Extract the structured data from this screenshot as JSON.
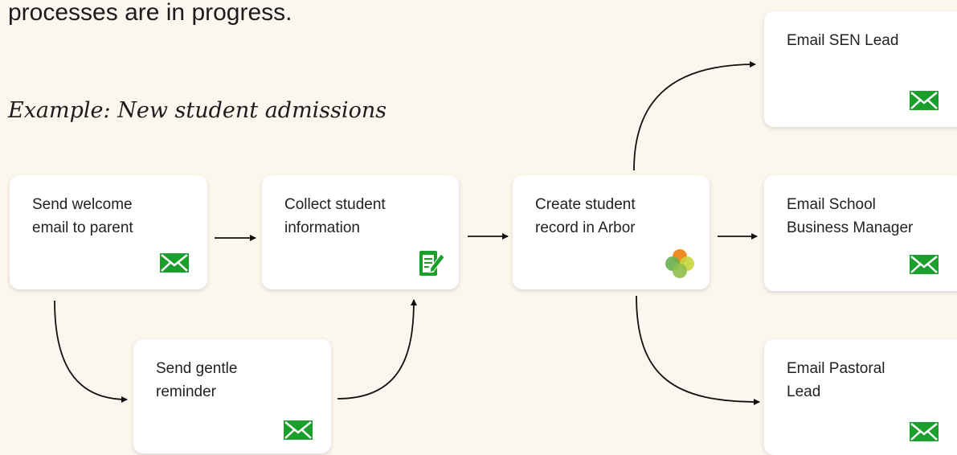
{
  "intro_text": "processes are in progress.",
  "subtitle": "Example: New student admissions",
  "steps": {
    "welcome": {
      "label": "Send welcome\nemail to parent",
      "icon": "mail-icon"
    },
    "reminder": {
      "label": "Send gentle\nreminder",
      "icon": "mail-icon"
    },
    "collect": {
      "label": "Collect student\ninformation",
      "icon": "form-icon"
    },
    "create": {
      "label": "Create student\nrecord in Arbor",
      "icon": "arbor-logo"
    },
    "sen": {
      "label": "Email SEN Lead",
      "icon": "mail-icon"
    },
    "business": {
      "label": "Email School\nBusiness Manager",
      "icon": "mail-icon"
    },
    "pastoral": {
      "label": "Email Pastoral\nLead",
      "icon": "mail-icon"
    }
  },
  "colors": {
    "background": "#fcf7ee",
    "icon_green": "#1a9e2c",
    "arbor_orange": "#f08a24",
    "arbor_green": "#6ab04c",
    "arbor_yellow": "#c6d43a"
  }
}
